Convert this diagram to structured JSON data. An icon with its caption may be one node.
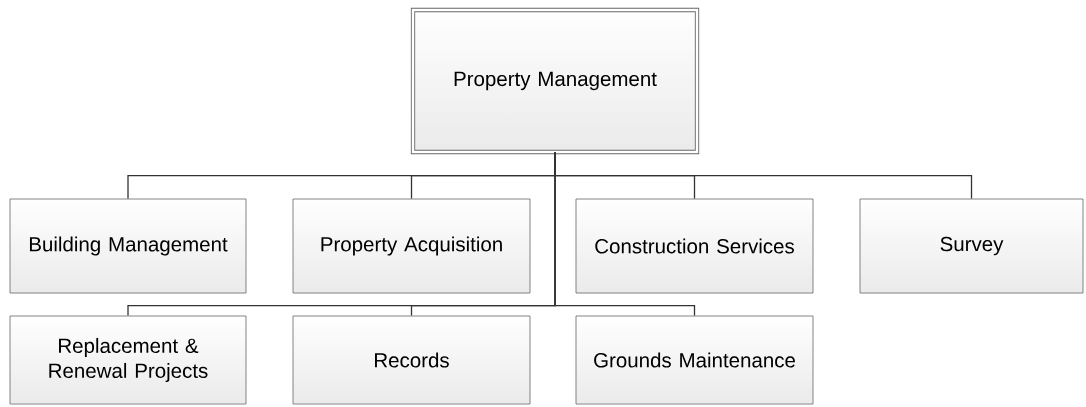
{
  "diagram": {
    "nodes": [
      {
        "text": [
          "Property Management"
        ]
      },
      {
        "text": [
          "Building Management"
        ]
      },
      {
        "text": [
          "Property Acquisition"
        ]
      },
      {
        "text": [
          "Construction Services"
        ]
      },
      {
        "text": [
          "Survey"
        ]
      },
      {
        "text": [
          "Replacement & Renewal Projects"
        ]
      },
      {
        "text": [
          "Records"
        ]
      },
      {
        "text": [
          "Grounds Maintenance"
        ]
      }
    ],
    "edges": [
      {
        "from": 0,
        "to": 1,
        "arrow": "none"
      },
      {
        "from": 0,
        "to": 2,
        "arrow": "none"
      },
      {
        "from": 0,
        "to": 3,
        "arrow": "none"
      },
      {
        "from": 0,
        "to": 4,
        "arrow": "none"
      },
      {
        "from": 0,
        "to": 5,
        "arrow": "none"
      },
      {
        "from": 0,
        "to": 6,
        "arrow": "none"
      },
      {
        "from": 0,
        "to": 7,
        "arrow": "none"
      }
    ]
  }
}
